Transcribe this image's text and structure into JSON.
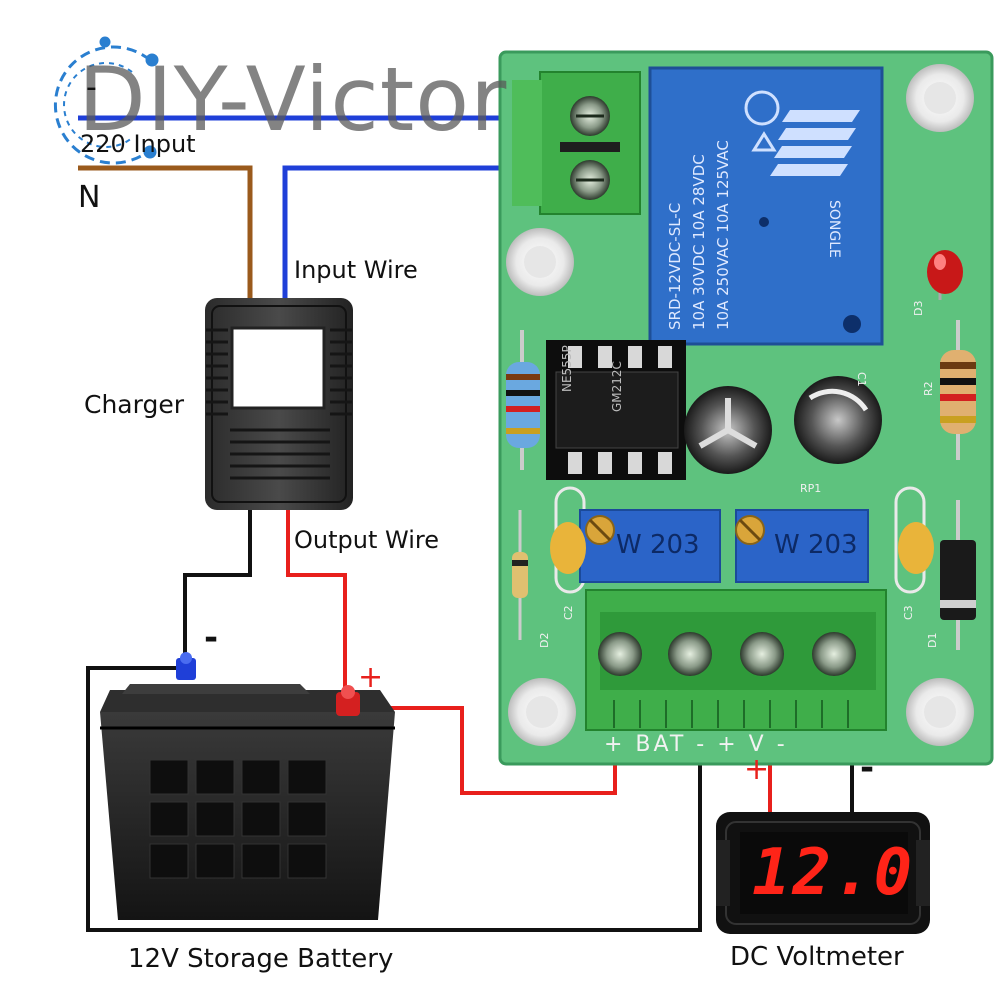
{
  "watermark": "DIY-Victor",
  "mains": {
    "top_label": "-",
    "input_label": "220 Input",
    "n_label": "N"
  },
  "charger": {
    "label": "Charger",
    "input_wire_label": "Input Wire",
    "output_wire_label": "Output Wire"
  },
  "battery": {
    "label": "12V Storage Battery",
    "minus_sign": "-",
    "plus_sign": "+"
  },
  "voltmeter": {
    "label": "DC Voltmeter",
    "reading": "12.0",
    "plus_sign": "+",
    "minus_sign": "-"
  },
  "board": {
    "relay_lines": [
      "SRD-12VDC-SL-C",
      "10A 30VDC 10A 28VDC",
      "10A 250VAC 10A 125VAC"
    ],
    "relay_brand": "SONGLE",
    "ic_text": [
      "NE555P",
      "GM212C"
    ],
    "pot_label": "W 203",
    "terminal_label": "+ BAT -  + V -",
    "silk": {
      "rp1": "RP1",
      "r2": "R2",
      "d3": "D3",
      "c1": "C1",
      "c2": "C2",
      "c3": "C3",
      "d1": "D1",
      "d2": "D2"
    }
  },
  "colors": {
    "pcb": "#5ec27e",
    "relay": "#2f6fc9",
    "terminal": "#3fae4a",
    "wire_red": "#e8201c",
    "wire_blue": "#1f3fd8",
    "wire_brown": "#9a5a1c",
    "display_red": "#ff2418"
  }
}
